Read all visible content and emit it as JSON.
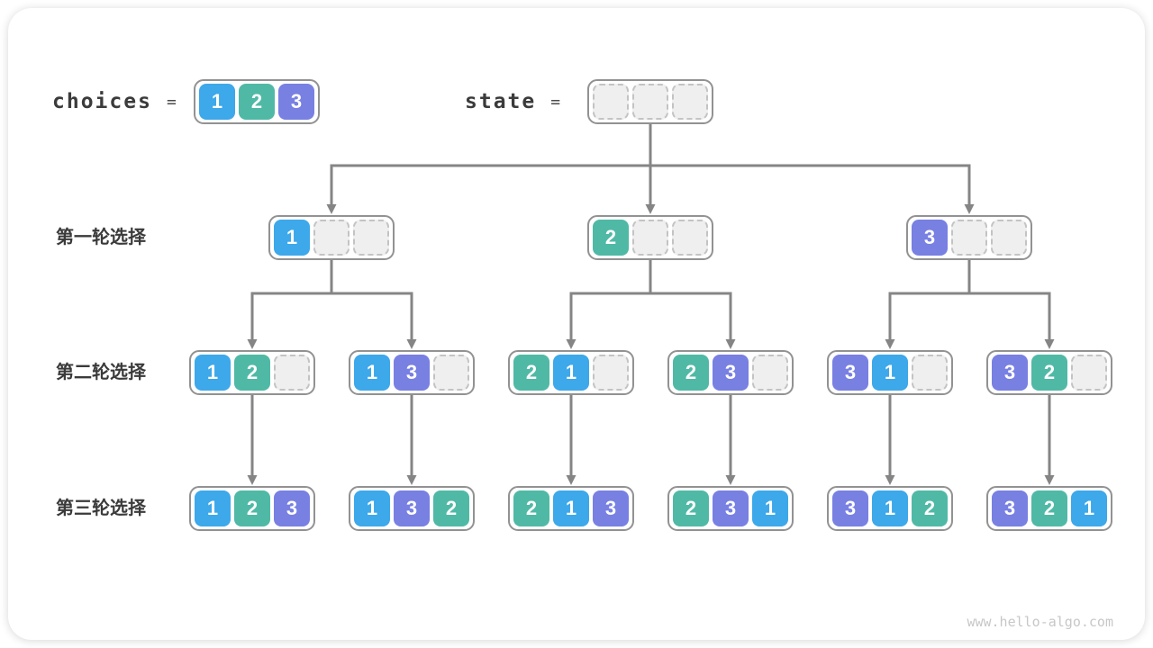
{
  "page": {
    "watermark": "www.hello-algo.com"
  },
  "legend": {
    "choices_label": "choices",
    "state_label": "state",
    "equals": "=",
    "choices_values": [
      1,
      2,
      3
    ],
    "state_values": [
      null,
      null,
      null
    ]
  },
  "value_colors": {
    "1": "#3DA8EA",
    "2": "#4FB9A6",
    "3": "#7880E2"
  },
  "edge_color": "#858585",
  "rows": [
    {
      "label": "第一轮选择",
      "nodes": [
        [
          1,
          null,
          null
        ],
        [
          2,
          null,
          null
        ],
        [
          3,
          null,
          null
        ]
      ]
    },
    {
      "label": "第二轮选择",
      "nodes": [
        [
          1,
          2,
          null
        ],
        [
          1,
          3,
          null
        ],
        [
          2,
          1,
          null
        ],
        [
          2,
          3,
          null
        ],
        [
          3,
          1,
          null
        ],
        [
          3,
          2,
          null
        ]
      ]
    },
    {
      "label": "第三轮选择",
      "nodes": [
        [
          1,
          2,
          3
        ],
        [
          1,
          3,
          2
        ],
        [
          2,
          1,
          3
        ],
        [
          2,
          3,
          1
        ],
        [
          3,
          1,
          2
        ],
        [
          3,
          2,
          1
        ]
      ]
    }
  ]
}
